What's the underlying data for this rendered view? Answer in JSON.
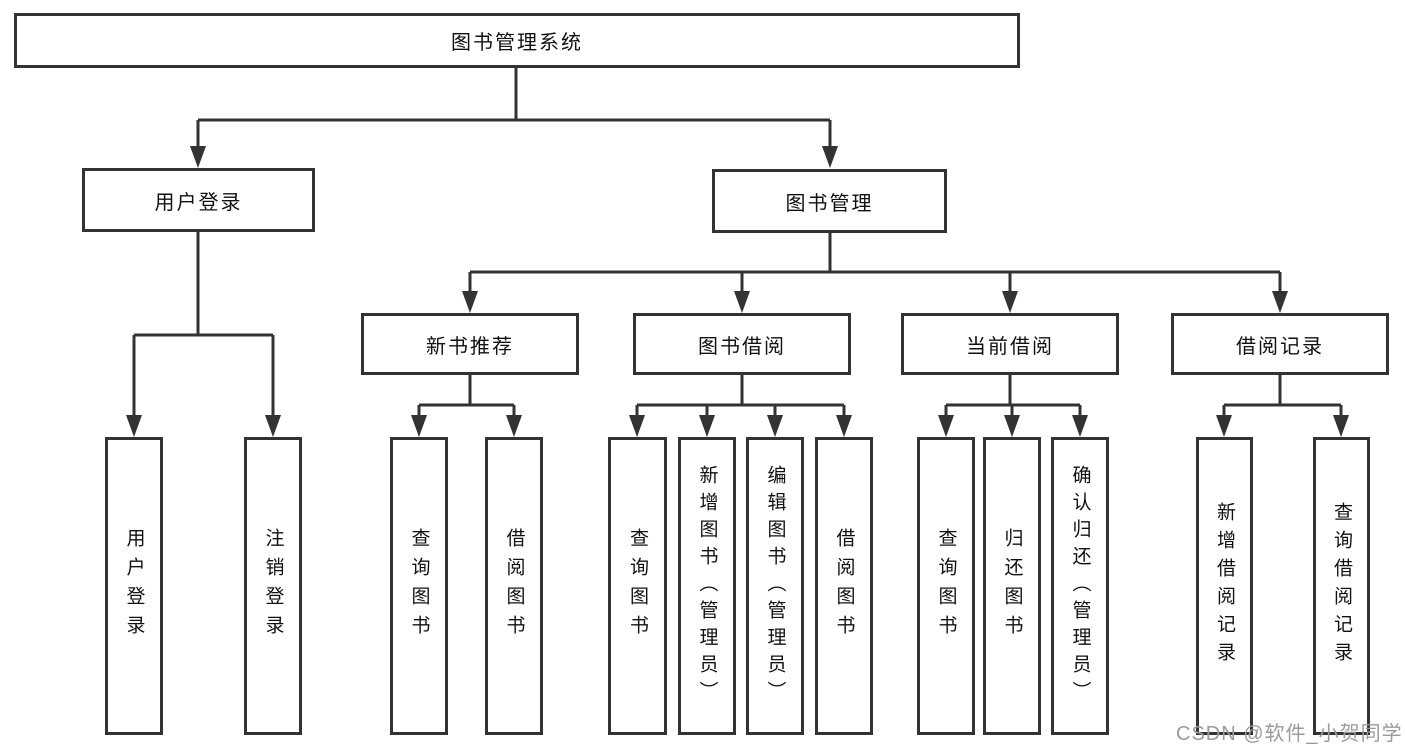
{
  "tree": {
    "root": "图书管理系统",
    "children": [
      {
        "label": "用户登录",
        "children": [
          "用户登录",
          "注销登录"
        ]
      },
      {
        "label": "图书管理",
        "children": [
          {
            "label": "新书推荐",
            "children": [
              "查询图书",
              "借阅图书"
            ]
          },
          {
            "label": "图书借阅",
            "children": [
              "查询图书",
              "新增图书（管理员）",
              "编辑图书（管理员）",
              "借阅图书"
            ]
          },
          {
            "label": "当前借阅",
            "children": [
              "查询图书",
              "归还图书",
              "确认归还（管理员）"
            ]
          },
          {
            "label": "借阅记录",
            "children": [
              "新增借阅记录",
              "查询借阅记录"
            ]
          }
        ]
      }
    ]
  },
  "watermark": {
    "text": "CSDN @软件_小贺同学"
  },
  "colors": {
    "line": "#333333",
    "text": "#111111",
    "background": "#ffffff",
    "watermark": "#9b9b9b"
  }
}
